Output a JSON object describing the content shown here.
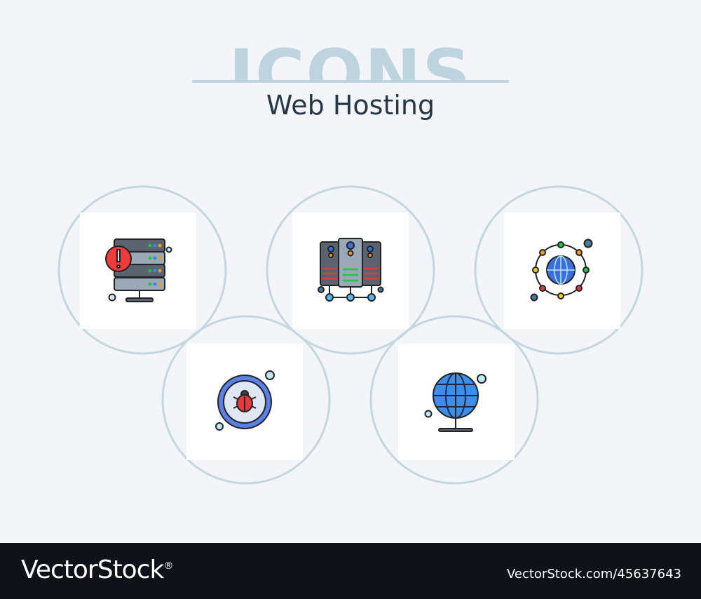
{
  "header": {
    "watermark": "ICONS",
    "title": "Web Hosting"
  },
  "icons": [
    {
      "name": "server-alert-icon"
    },
    {
      "name": "server-network-icon"
    },
    {
      "name": "global-network-icon"
    },
    {
      "name": "bug-icon"
    },
    {
      "name": "globe-stand-icon"
    }
  ],
  "footer": {
    "brand": "VectorStock",
    "registered": "®",
    "reference": "VectorStock.com/45637643"
  }
}
